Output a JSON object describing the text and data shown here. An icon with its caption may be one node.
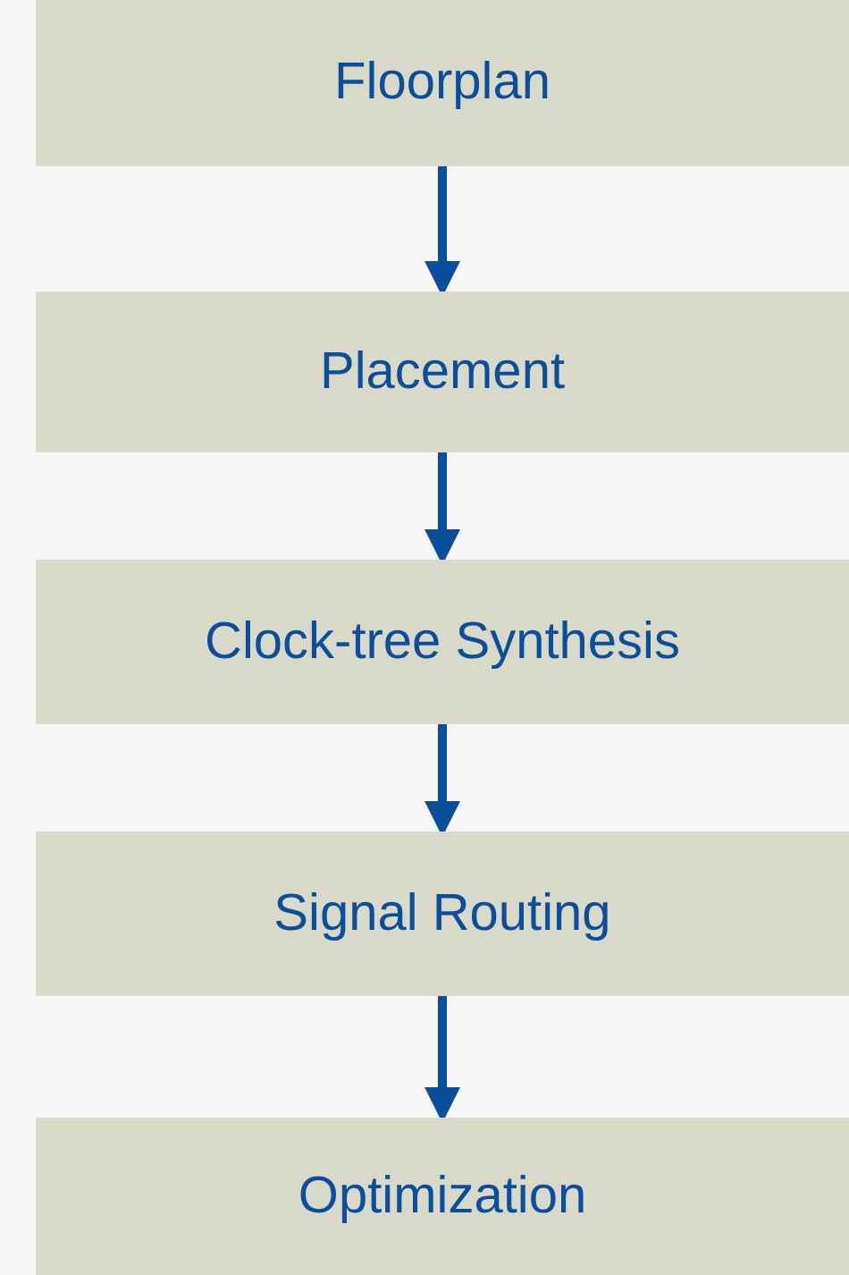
{
  "diagram": {
    "nodes": [
      {
        "text": [
          "Floorplan"
        ]
      },
      {
        "text": [
          "Placement"
        ]
      },
      {
        "text": [
          "Clock-tree Synthesis"
        ]
      },
      {
        "text": [
          "Signal Routing"
        ]
      },
      {
        "text": [
          "Optimization"
        ]
      }
    ],
    "edges": [
      {
        "from": 0,
        "to": 1,
        "arrow": "to"
      },
      {
        "from": 1,
        "to": 2,
        "arrow": "to"
      },
      {
        "from": 2,
        "to": 3,
        "arrow": "to"
      },
      {
        "from": 3,
        "to": 4,
        "arrow": "to"
      }
    ]
  }
}
